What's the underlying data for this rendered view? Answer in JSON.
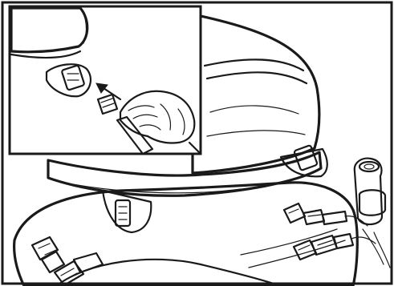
{
  "figure": {
    "colors": {
      "background": "#ffffff",
      "ink": "#1a1a1a",
      "shade_light": "#d9d9d9",
      "shade_mid": "#a8a8a8",
      "shade_dark": "#6e6e6e"
    },
    "parts": [
      "outer-frame",
      "seat-cushion",
      "seat-underside",
      "seat-leg-left",
      "seat-leg-right",
      "tank-body",
      "tank-cap",
      "buckle-strap-lower-left",
      "buckle-strap-right-top",
      "buckle-strap-right-bottom",
      "inset-frame",
      "inset-seat-cushion",
      "inset-clip-mount",
      "inset-hand",
      "inset-buckle",
      "direction-arrow"
    ]
  }
}
